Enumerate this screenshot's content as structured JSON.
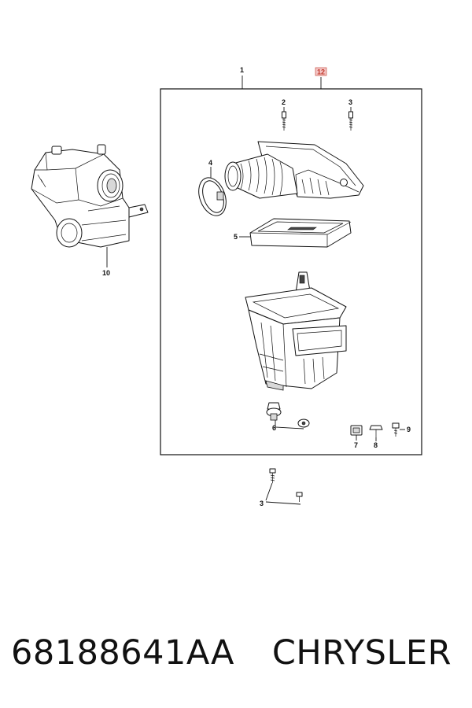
{
  "callouts": {
    "c1": "1",
    "c12": "12",
    "c2": "2",
    "c3_top": "3",
    "c4": "4",
    "c5": "5",
    "c6": "6",
    "c7": "7",
    "c8": "8",
    "c9": "9",
    "c10": "10",
    "c3_bottom": "3"
  },
  "footer": {
    "part_number": "68188641AA",
    "brand": "CHRYSLER"
  },
  "colors": {
    "highlight_callout": "#c0392b",
    "line": "#111111"
  }
}
